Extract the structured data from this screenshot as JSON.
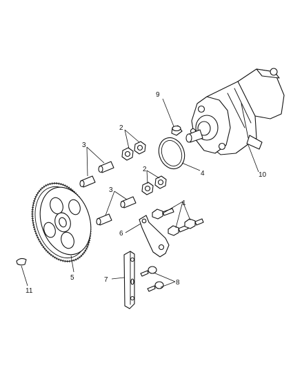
{
  "callouts": {
    "c1": "1",
    "c2a": "2",
    "c2b": "2",
    "c3a": "3",
    "c3b": "3",
    "c4": "4",
    "c5": "5",
    "c6": "6",
    "c7": "7",
    "c8": "8",
    "c9": "9",
    "c10": "10",
    "c11": "11"
  },
  "colors": {
    "line": "#111111",
    "background": "#ffffff"
  }
}
